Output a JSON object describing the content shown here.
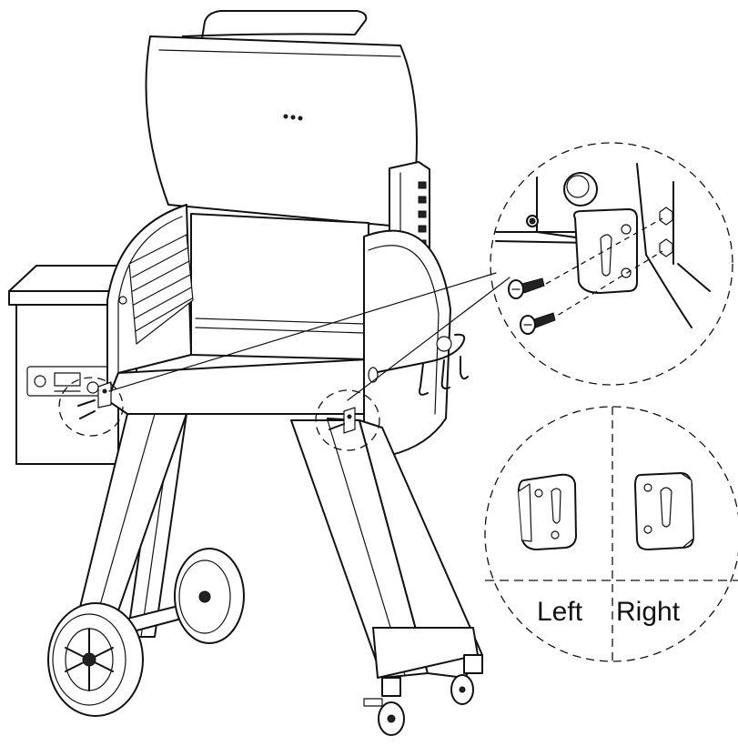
{
  "labels": {
    "left": "Left",
    "right": "Right"
  },
  "icons": {
    "grill": "pellet-grill-illustration",
    "detail": "hook-bracket-detail",
    "screw": "screw-icon",
    "bracket": "hook-bracket-icon"
  }
}
